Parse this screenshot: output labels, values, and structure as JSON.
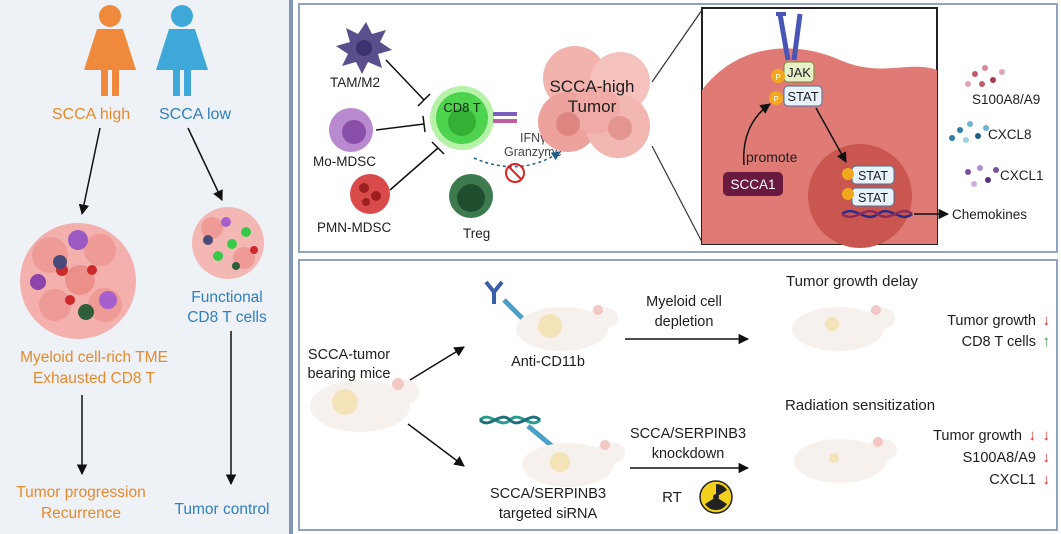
{
  "left": {
    "high_label": "SCCA high",
    "low_label": "SCCA low",
    "tme_line1": "Myeloid cell-rich TME",
    "tme_line2": "Exhausted CD8 T",
    "functional_line1": "Functional",
    "functional_line2": "CD8 T cells",
    "progression_line1": "Tumor progression",
    "progression_line2": "Recurrence",
    "control": "Tumor control"
  },
  "top": {
    "tam": "TAM/M2",
    "mo_mdsc": "Mo-MDSC",
    "pmn_mdsc": "PMN-MDSC",
    "cd8": "CD8 T",
    "treg": "Treg",
    "ifn": "IFNγ",
    "granzyme": "Granzyme",
    "tumor_line1": "SCCA-high",
    "tumor_line2": "Tumor",
    "jak": "JAK",
    "stat": "STAT",
    "p": "P",
    "promote": "promote",
    "scca1": "SCCA1",
    "chemokines": "Chemokines",
    "s100": "S100A8/A9",
    "cxcl8": "CXCL8",
    "cxcl1": "CXCL1"
  },
  "bottom": {
    "mice_line1": "SCCA-tumor",
    "mice_line2": "bearing mice",
    "anti_cd11b": "Anti-CD11b",
    "myeloid_line1": "Myeloid cell",
    "myeloid_line2": "depletion",
    "growth_delay": "Tumor growth delay",
    "tumor_growth": "Tumor growth",
    "cd8_cells": "CD8 T cells",
    "sirna_line1": "SCCA/SERPINB3",
    "sirna_line2": "targeted siRNA",
    "knock_line1": "SCCA/SERPINB3",
    "knock_line2": "knockdown",
    "rt": "RT",
    "radiation": "Radiation sensitization",
    "s100": "S100A8/A9",
    "cxcl1": "CXCL1",
    "down": "↓",
    "up": "↑"
  }
}
